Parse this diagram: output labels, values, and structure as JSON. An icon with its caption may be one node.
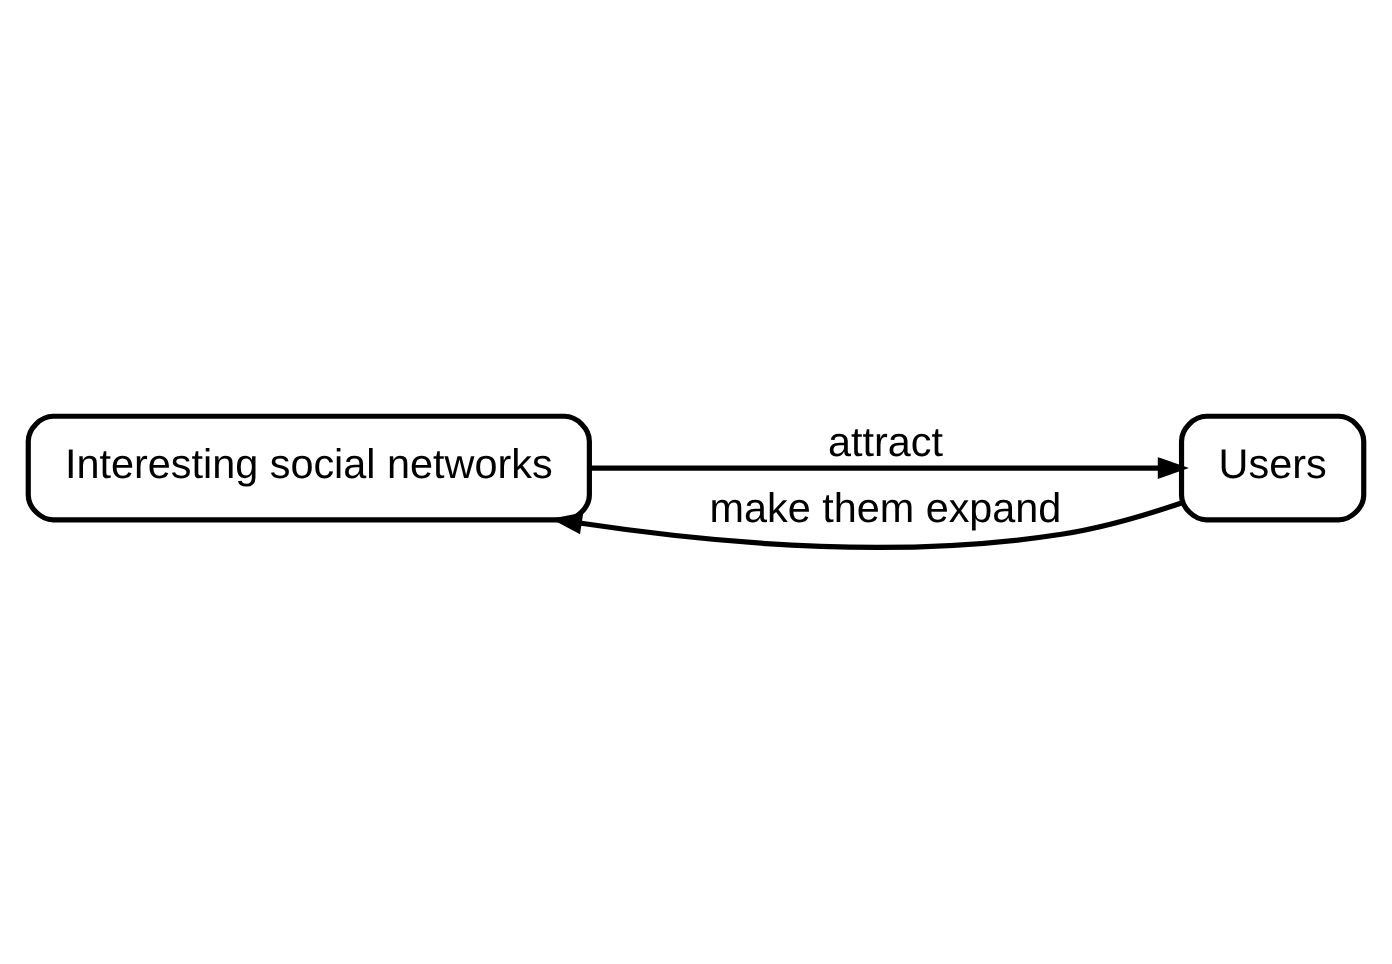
{
  "diagram": {
    "nodes": [
      {
        "text": [
          "Interesting social networks"
        ]
      },
      {
        "text": [
          "Users"
        ]
      }
    ],
    "edges": [
      {
        "from": 0,
        "to": 1,
        "arrow": "to",
        "label": "attract"
      },
      {
        "from": 1,
        "to": 0,
        "arrow": "to",
        "label": "make them expand"
      }
    ]
  }
}
